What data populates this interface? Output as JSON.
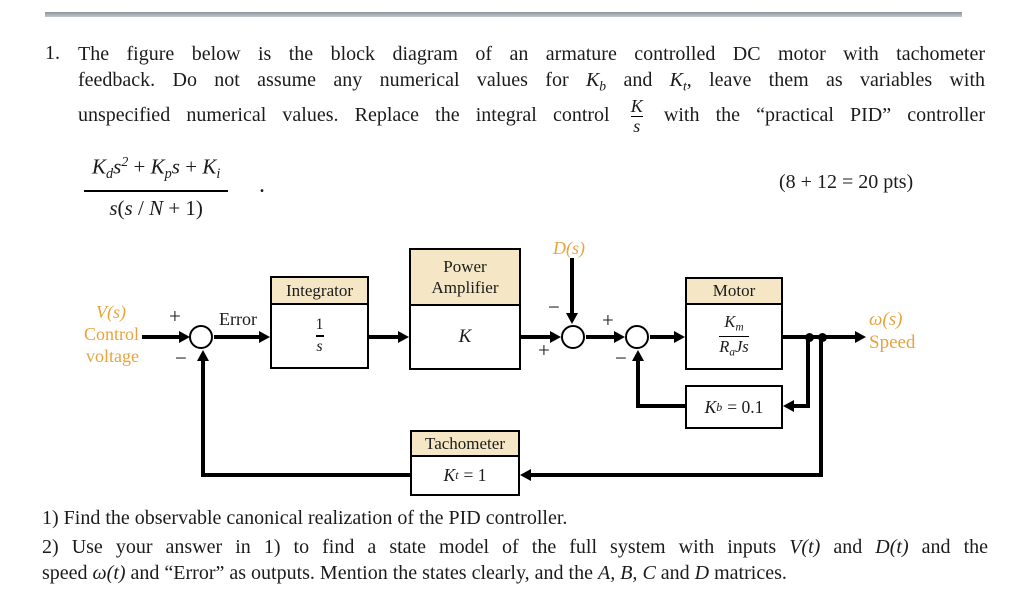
{
  "colors": {
    "accent_orange": "#e8a33c",
    "header_tan": "#f5e7c5",
    "rule_gray": "#8c959b"
  },
  "problem": {
    "number": "1.",
    "line1": "The figure below is the block diagram of an armature controlled DC motor with tachometer",
    "line2": {
      "t1": "feedback. Do not assume any numerical values for",
      "kb_base": "K",
      "kb_sub": "b",
      "t2": "and",
      "kt_base": "K",
      "kt_sub": "t",
      "t3": ", leave them as variables with"
    },
    "line3": {
      "t1": "unspecified numerical values. Replace the integral control",
      "frac_num": "K",
      "frac_den": "s",
      "t2": "with the “practical PID” controller"
    },
    "points": "(8 + 12 = 20 pts)"
  },
  "pid_formula": {
    "num": {
      "k1": "K",
      "sub1": "d",
      "s1": "s",
      "sup1": "2",
      "plus1": "+",
      "k2": "K",
      "sub2": "p",
      "s2": "s",
      "plus2": "+",
      "k3": "K",
      "sub3": "i"
    },
    "den": {
      "s1": "s",
      "p1": "(",
      "s2": "s",
      "div": "/",
      "n": "N",
      "rest": "+ 1)"
    },
    "period": "."
  },
  "diagram": {
    "input_signal": "V(s)",
    "input_label1": "Control",
    "input_label2": "voltage",
    "error_label": "Error",
    "disturbance_signal": "D(s)",
    "output_signal": "ω(s)",
    "output_label": "Speed",
    "signs": {
      "j1_plus": "+",
      "j1_minus": "−",
      "j2_minus": "−",
      "j2_plus": "+",
      "j3_plus": "+",
      "j3_minus": "−"
    },
    "integrator": {
      "title": "Integrator",
      "num": "1",
      "den": "s"
    },
    "power_amp": {
      "title_line1": "Power",
      "title_line2": "Amplifier",
      "gain": "K"
    },
    "motor": {
      "title": "Motor",
      "num_base": "K",
      "num_sub": "m",
      "den_base": "R",
      "den_sub": "a",
      "den_rest": "Js"
    },
    "kb_block": {
      "base": "K",
      "sub": "b",
      "value": "= 0.1"
    },
    "tachometer": {
      "title": "Tachometer",
      "base": "K",
      "sub": "t",
      "value": "= 1"
    }
  },
  "questions": {
    "q1": "1) Find the observable canonical realization of the PID controller.",
    "q2a": {
      "t1": "2) Use your answer in 1) to find a state model of the full system with inputs",
      "v": "V(t)",
      "t2": "and",
      "d": "D(t)",
      "t3": "and the"
    },
    "q2b": {
      "t1": "speed",
      "w": "ω(t)",
      "t2": "and “Error” as outputs. Mention the states clearly, and the",
      "a": "A,",
      "b": "B,",
      "c": "C",
      "t3": "and",
      "d": "D",
      "t4": "matrices."
    }
  }
}
